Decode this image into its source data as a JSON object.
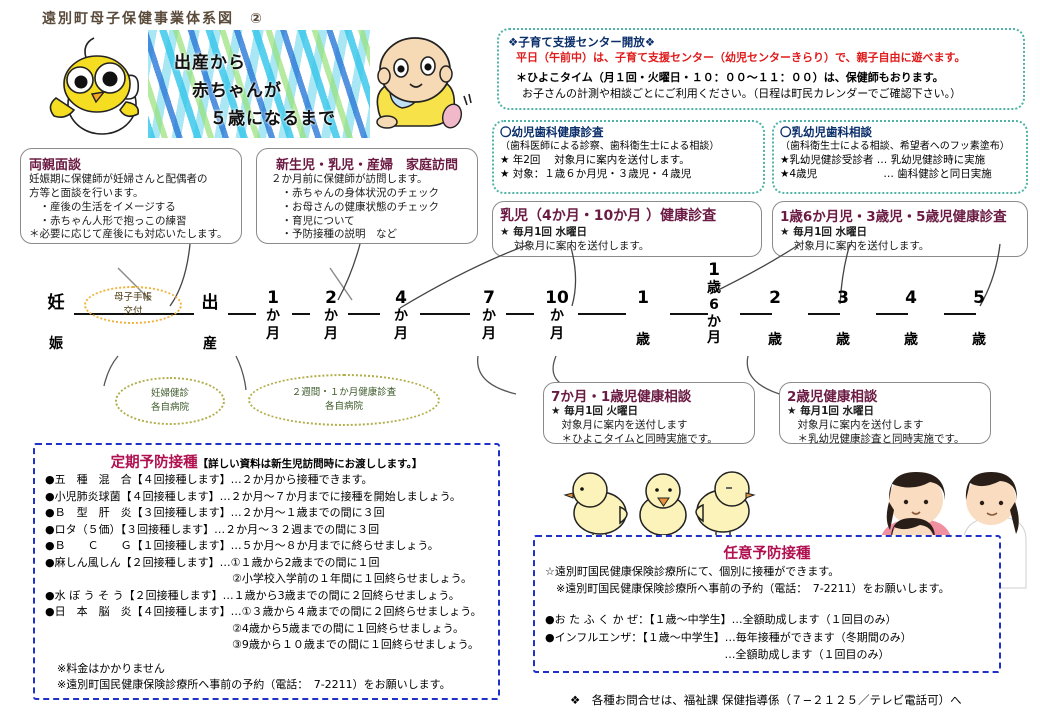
{
  "page": {
    "title": "遠別町母子保健事業体系図　②"
  },
  "banner": {
    "line1": "出産から",
    "line2": "赤ちゃんが",
    "line3": "５歳になるまで"
  },
  "support_center": {
    "heading": "❖子育て支援センター開放❖",
    "red_line": "平日（午前中）は、子育て支援センター（幼児センターきらり）で、親子自由に遊べます。",
    "note1": "＊ひよこタイム（月１回・火曜日・１０：００〜１１：００）は、保健師もおります。",
    "note2": "お子さんの計測や相談ごとにご利用ください。（日程は町民カレンダーでご確認下さい。）"
  },
  "dental_check": {
    "heading": "〇幼児歯科健康診査",
    "sub": "（歯科医師による診察、歯科衛生士による相談）",
    "line1": "★ 年2回　 対象月に案内を送付します。",
    "line2": "★ 対象：１歳６か月児・３歳児・４歳児"
  },
  "dental_consult": {
    "heading": "〇乳幼児歯科相談",
    "sub": "（歯科衛生士による相談、希望者へのフッ素塗布）",
    "line1": "★乳幼児健診受診者 … 乳幼児健診時に実施",
    "line2": "★4歳児　　　　　　 … 歯科健診と同日実施"
  },
  "parent_interview": {
    "heading": "両親面談",
    "lines": [
      "妊娠期に保健師が妊婦さんと配偶者の",
      "方等と面談を行います。",
      "　・産後の生活をイメージする",
      "　・赤ちゃん人形で抱っこの練習",
      "＊必要に応じて産後にも対応いたします。"
    ]
  },
  "home_visit": {
    "heading": "新生児・乳児・産婦　家庭訪問",
    "lines": [
      "２か月前に保健師が訪問します。",
      "　・赤ちゃんの身体状況のチェック",
      "　・お母さんの健康状態のチェック",
      "　・育児について",
      "　・予防接種の説明　など"
    ]
  },
  "infant_check": {
    "heading": "乳児（4か月・10か月 ）健康診査",
    "line1": "★ 毎月1回 水曜日",
    "line2": "　 対象月に案内を送付します。"
  },
  "toddler_check": {
    "heading": "1歳6か月児・3歳児・5歳児健康診査",
    "line1": "★ 毎月1回 水曜日",
    "line2": "　 対象月に案内を送付します。"
  },
  "consult_7m": {
    "heading": "7か月・1歳児健康相談",
    "line1": "★ 毎月1回 火曜日",
    "line2": "　対象月に案内を送付します",
    "line3": "　＊ひよこタイムと同時実施です。"
  },
  "consult_2y": {
    "heading": "2歳児健康相談",
    "line1": "★ 毎月1回 水曜日",
    "line2": "　対象月に案内を送付します",
    "line3": "　＊乳幼児健康診査と同時実施です。"
  },
  "ellipses": [
    {
      "id": "boshi-techo",
      "line1": "母子手帳",
      "line2": "交付"
    },
    {
      "id": "ninpu-kenshin",
      "line1": "妊婦健診",
      "line2": "各自病院"
    },
    {
      "id": "two-week-one-month",
      "line1": "２週間・１か月健康診査",
      "line2": "各自病院"
    }
  ],
  "timeline": {
    "marks": [
      {
        "num": "妊",
        "unit": "娠",
        "stacked": false,
        "kanji_top": true
      },
      {
        "num": "出",
        "unit": "産",
        "stacked": false,
        "kanji_top": true
      },
      {
        "num": "1",
        "unit": "か\n月",
        "stacked": true
      },
      {
        "num": "2",
        "unit": "か\n月",
        "stacked": true
      },
      {
        "num": "4",
        "unit": "か\n月",
        "stacked": true
      },
      {
        "num": "7",
        "unit": "か\n月",
        "stacked": true
      },
      {
        "num": "10",
        "unit": "か\n月",
        "stacked": true
      },
      {
        "num": "1",
        "unit": "歳",
        "stacked": true
      },
      {
        "num": "1",
        "unit": "歳\n6\nか\n月",
        "stacked": true
      },
      {
        "num": "2",
        "unit": "歳",
        "stacked": true
      },
      {
        "num": "3",
        "unit": "歳",
        "stacked": true
      },
      {
        "num": "4",
        "unit": "歳",
        "stacked": true
      },
      {
        "num": "5",
        "unit": "歳",
        "stacked": true
      }
    ]
  },
  "routine_vaccination": {
    "title": "定期予防接種",
    "title_note": "【詳しい資料は新生児訪問時にお渡しします。】",
    "items": [
      "●五　種　混　合【４回接種します】…２か月から接種できます。",
      "●小児肺炎球菌【４回接種します】…２か月〜７か月までに接種を開始しましょう。",
      "●Ｂ　型　肝　炎【３回接種します】…２か月〜１歳までの間に３回",
      "●ロタ（５価）【３回接種します】…２か月〜３２週までの間に３回",
      "●Ｂ　　Ｃ　　Ｇ【１回接種します】…５か月〜８か月までに終らせましょう。",
      "●麻しん風しん【２回接種します】…①１歳から2歳までの間に１回",
      "　　　　　　　　　　　　　　　　　②小学校入学前の１年間に１回終らせましょう。",
      "●水 ぼ う そ う【２回接種します】…１歳から3歳までの間に２回終らせましょう。",
      "●日　本　脳　炎【４回接種します】…①３歳から４歳までの間に２回終らせましょう。",
      "　　　　　　　　　　　　　　　　　②4歳から5歳までの間に１回終らせましょう。",
      "　　　　　　　　　　　　　　　　　③9歳から１０歳までの間に１回終らせましょう。"
    ],
    "notes": [
      "※料金はかかりません",
      "※遠別町国民健康保険診療所へ事前の予約（電話：　7-2211）をお願いします。"
    ]
  },
  "optional_vaccination": {
    "title": "任意予防接種",
    "line1": "☆遠別町国民健康保険診療所にて、個別に接種ができます。",
    "line2": "　※遠別町国民健康保険診療所へ事前の予約（電話：　7-2211）をお願いします。",
    "items": [
      "●お た ふ く か ぜ：【１歳〜中学生】…全額助成します（１回目のみ）",
      "●インフルエンザ：【１歳〜中学生】…毎年接種ができます（冬期間のみ）",
      "　　　　　　　　　　　　　　　　 …全額助成します（１回目のみ）"
    ]
  },
  "footer": {
    "text": "❖　各種お問合せは、福祉課 保健指導係（７−２１２５／テレビ電話可）へ"
  },
  "colors": {
    "heading_maroon": "#6b1b43",
    "title_pink": "#b01050",
    "red": "#e01b1b",
    "teal_border": "#4fb3a6",
    "blue_border": "#2031c8",
    "olive_border": "#b2ae4a",
    "orange_border": "#f0b23c"
  }
}
